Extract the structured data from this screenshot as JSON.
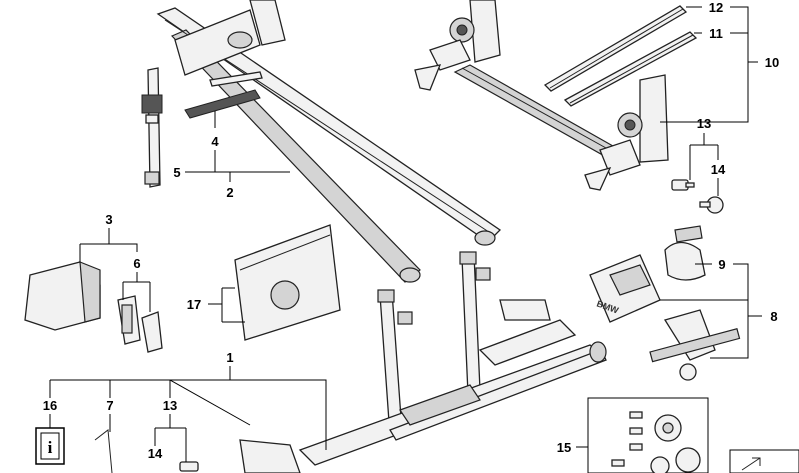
{
  "diagram": {
    "callouts": {
      "c1": "1",
      "c2": "2",
      "c3": "3",
      "c4": "4",
      "c5": "5",
      "c6": "6",
      "c7": "7",
      "c8": "8",
      "c9": "9",
      "c10": "10",
      "c11": "11",
      "c12": "12",
      "c13a": "13",
      "c13b": "13",
      "c14a": "14",
      "c14b": "14",
      "c15": "15",
      "c16": "16",
      "c17": "17"
    },
    "brand_label": "BMW",
    "info_symbol": "i"
  }
}
